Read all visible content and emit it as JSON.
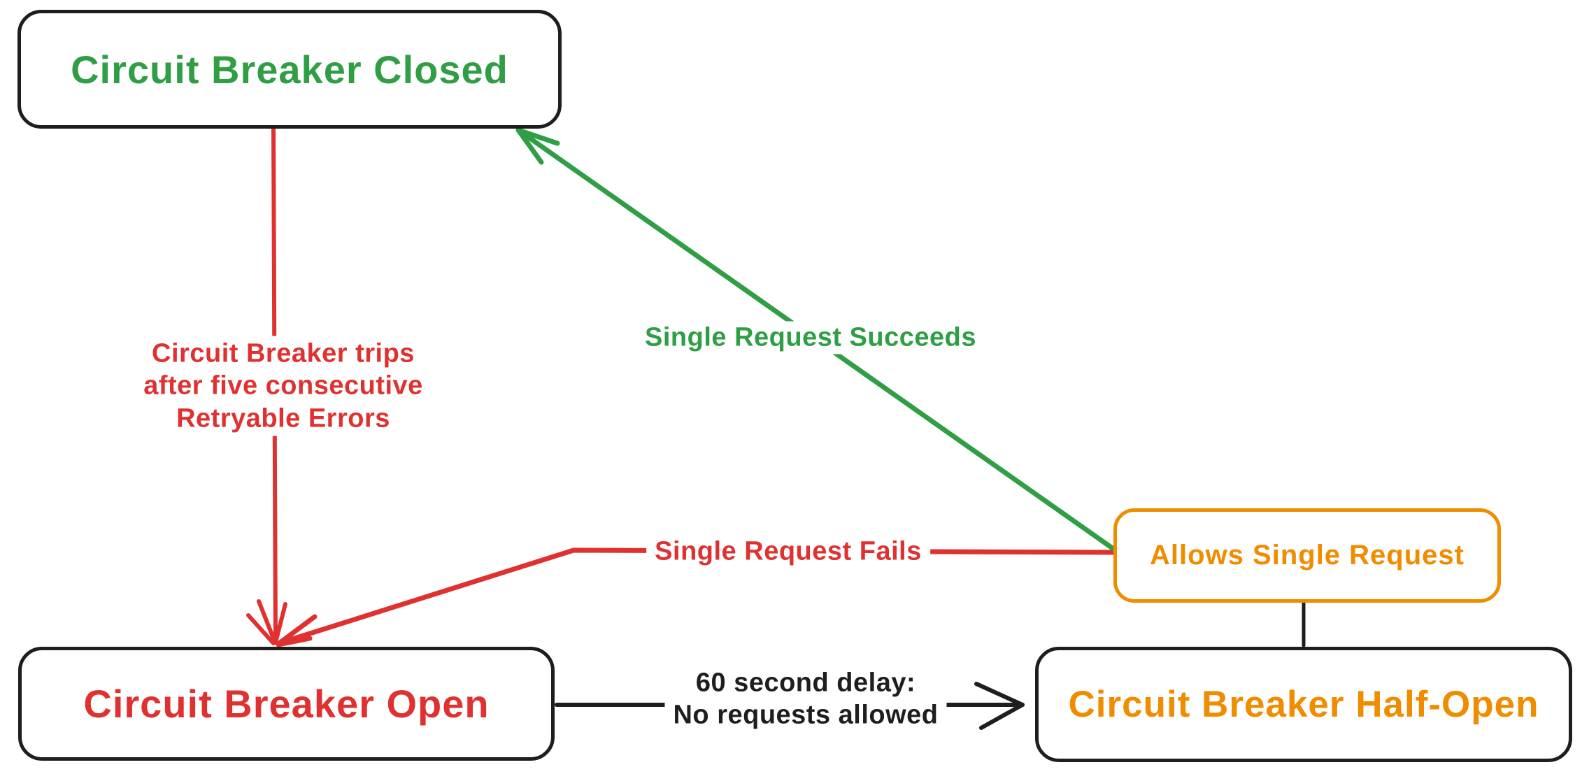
{
  "diagram": {
    "kind": "state-diagram",
    "style": "hand-drawn",
    "colors": {
      "green": "#2f9e44",
      "red": "#e03131",
      "orange": "#f08c00",
      "ink": "#1e1e1e",
      "background": "#ffffff"
    },
    "nodes": {
      "closed": {
        "label": "Circuit Breaker Closed",
        "text_color": "#2f9e44",
        "border_color": "#1e1e1e"
      },
      "open": {
        "label": "Circuit Breaker Open",
        "text_color": "#e03131",
        "border_color": "#1e1e1e"
      },
      "half_open": {
        "label": "Circuit Breaker Half-Open",
        "text_color": "#f08c00",
        "border_color": "#1e1e1e"
      },
      "allows_single_request": {
        "label": "Allows Single Request",
        "text_color": "#f08c00",
        "border_color": "#f08c00"
      }
    },
    "edges": {
      "trip": {
        "from": "closed",
        "to": "open",
        "color": "#e03131",
        "arrow": true,
        "label_lines": [
          "Circuit Breaker trips",
          "after five consecutive",
          "Retryable Errors"
        ]
      },
      "succeeds": {
        "from": "allows_single_request",
        "to": "closed",
        "color": "#2f9e44",
        "arrow": true,
        "label": "Single Request Succeeds"
      },
      "fails": {
        "from": "allows_single_request",
        "to": "open",
        "color": "#e03131",
        "arrow": true,
        "label": "Single Request Fails"
      },
      "delay": {
        "from": "open",
        "to": "half_open",
        "color": "#1e1e1e",
        "arrow": true,
        "label_lines": [
          "60 second delay:",
          "No requests allowed"
        ]
      },
      "half_open_link": {
        "from": "allows_single_request",
        "to": "half_open",
        "color": "#1e1e1e",
        "arrow": false
      }
    }
  }
}
